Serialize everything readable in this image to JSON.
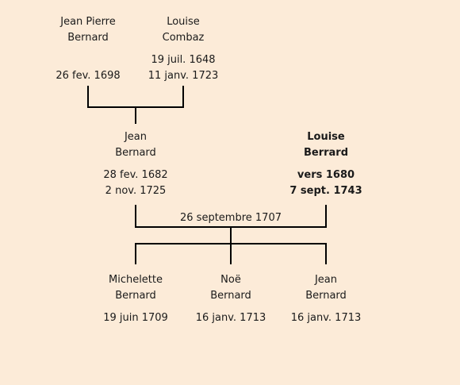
{
  "generation1": {
    "father": {
      "first_name": "Jean Pierre",
      "last_name": "Bernard",
      "birth": "",
      "death": "26 fev. 1698"
    },
    "mother": {
      "first_name": "Louise",
      "last_name": "Combaz",
      "birth": "19 juil. 1648",
      "death": "11 janv. 1723"
    }
  },
  "generation2": {
    "husband": {
      "first_name": "Jean",
      "last_name": "Bernard",
      "birth": "28 fev. 1682",
      "death": "2 nov. 1725"
    },
    "wife": {
      "first_name": "Louise",
      "last_name": "Berrard",
      "birth": "vers 1680",
      "death": "7 sept. 1743"
    },
    "marriage_date": "26 septembre 1707"
  },
  "children": [
    {
      "first_name": "Michelette",
      "last_name": "Bernard",
      "birth": "19 juin 1709"
    },
    {
      "first_name": "Noë",
      "last_name": "Bernard",
      "birth": "16 janv. 1713"
    },
    {
      "first_name": "Jean",
      "last_name": "Bernard",
      "birth": "16 janv. 1713"
    }
  ],
  "colors": {
    "background": "#fcebd8",
    "text": "#1a1a1a",
    "line": "#000000"
  }
}
